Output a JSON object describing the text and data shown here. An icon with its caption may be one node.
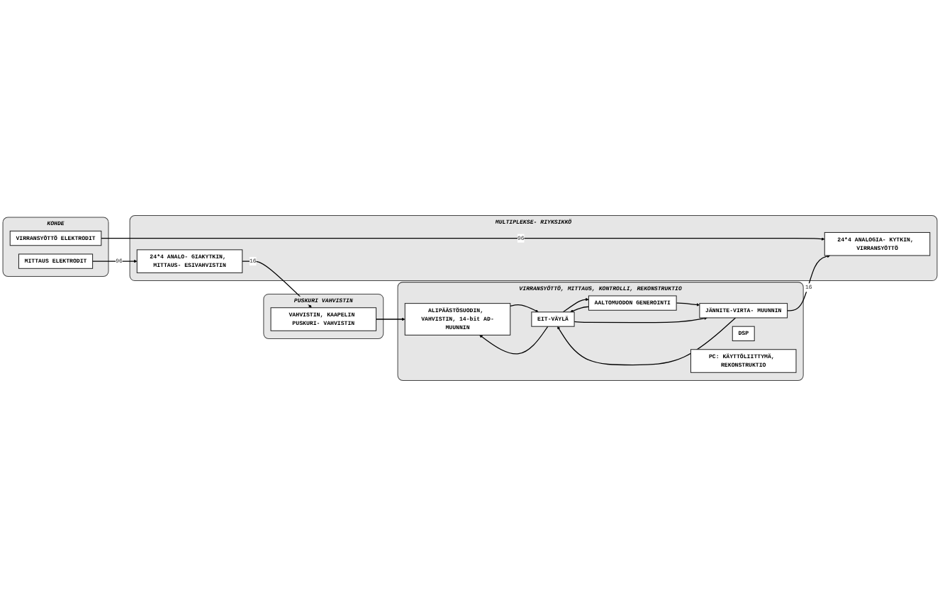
{
  "diagram": {
    "nodes": [
      {
        "text": [
          "KOHDE"
        ]
      },
      {
        "text": [
          "MITTAUS ELEKTRODIT"
        ],
        "in": 0
      },
      {
        "text": [
          "VIRRANSYÖTTÖ ELEKTRODIT"
        ],
        "in": 0
      },
      {
        "text": [
          "PUSKURI VAHVISTIN"
        ]
      },
      {
        "text": [
          "VAHVISTIN, KAAPELIN PUSKURI- VAHVISTIN"
        ],
        "in": 3
      },
      {
        "text": [
          "MULTIPLEKSE- RIYKSIKKÖ"
        ]
      },
      {
        "text": [
          "24*4 ANALO- GIAKYTKIN, MITTAUS- ESIVAHVISTIN"
        ],
        "in": 5
      },
      {
        "text": [
          "24*4 ANALOGIA- KYTKIN, VIRRANSYÖTTÖ"
        ],
        "in": 5
      },
      {
        "text": [
          "VIRRANSYÖTTÖ, MITTAUS, KONTROLLI, REKONSTRUKTIO"
        ]
      },
      {
        "text": [
          "ALIPÄÄSTÖSUODIN, VAHVISTIN, 14-bit AD-MUUNNIN"
        ],
        "in": 8
      },
      {
        "text": [
          "AALTOMUODON GENEROINTI"
        ],
        "in": 8
      },
      {
        "text": [
          "JÄNNITE-VIRTA- MUUNNIN"
        ],
        "in": 8
      },
      {
        "text": [
          "EIT-VÄYLÄ"
        ],
        "in": 8
      },
      {
        "text": [
          "DSP"
        ],
        "in": 8
      },
      {
        "text": [
          "PC: KÄYTTÖLIITTYMÄ, REKONSTRUKTIO"
        ],
        "in": 8
      }
    ],
    "edges": [
      {
        "from": 1,
        "to": 6,
        "arrow": "to",
        "label": "96"
      },
      {
        "from": 2,
        "to": 7,
        "arrow": "to",
        "label": "96"
      },
      {
        "from": 6,
        "to": 4,
        "arrow": "to",
        "label": "16"
      },
      {
        "from": 4,
        "to": 9,
        "arrow": "to"
      },
      {
        "from": 9,
        "to": 12,
        "arrow": "to"
      },
      {
        "from": 12,
        "to": 9,
        "arrow": "to"
      },
      {
        "from": 10,
        "to": 12,
        "arrow": "to"
      },
      {
        "from": 12,
        "to": 10,
        "arrow": "to"
      },
      {
        "from": 10,
        "to": 11,
        "arrow": "to"
      },
      {
        "from": 11,
        "to": 12,
        "arrow": "to"
      },
      {
        "from": 12,
        "to": 11,
        "arrow": "to"
      },
      {
        "from": 11,
        "to": 7,
        "arrow": "to",
        "label": "16"
      }
    ]
  }
}
